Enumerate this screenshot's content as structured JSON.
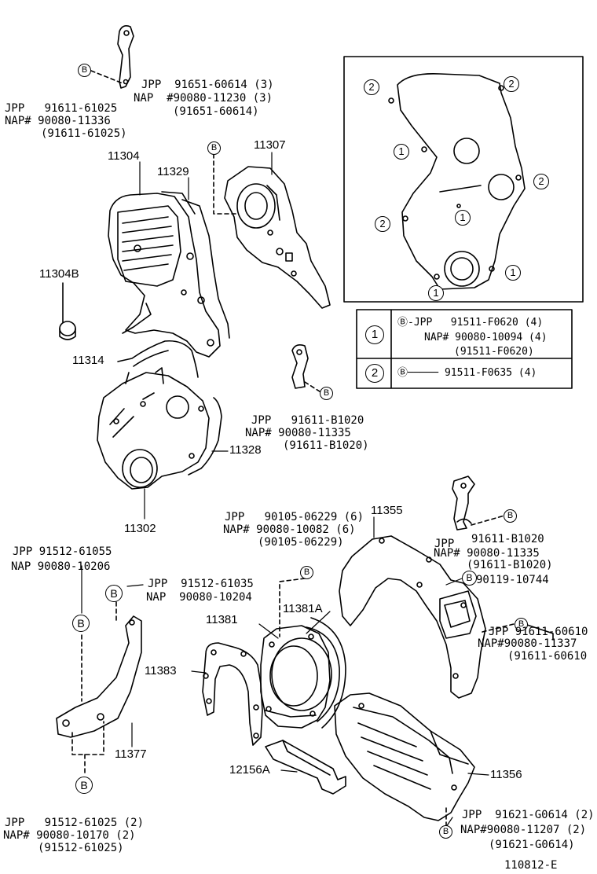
{
  "labels": {
    "top_bolt_jpp": "JPP  91651-60614 (3)",
    "top_bolt_nap": "NAP  #90080-11230 (3)",
    "top_bolt_alt": "(91651-60614)",
    "left_bolt_jpp": "JPP   91611-61025",
    "left_bolt_nap": "NAP# 90080-11336",
    "left_bolt_alt": "(91611-61025)",
    "mid_bolt_jpp": "JPP   91611-B1020",
    "mid_bolt_nap": "NAP# 90080-11335",
    "mid_bolt_alt": "(91611-B1020)",
    "center_bolt_jpp": "JPP   90105-06229 (6)",
    "center_bolt_nap": "NAP# 90080-10082 (6)",
    "center_bolt_alt": "(90105-06229)",
    "right_top_jpp": "JPP",
    "right_top_jpp_num": "91611-B1020",
    "right_top_nap": "NAP# 90080-11335",
    "right_top_alt": "(91611-B1020)",
    "right_b_part": "90119-10744",
    "right_mid_jpp": "JPP 91611-60610",
    "right_mid_nap": "NAP#90080-11337",
    "right_mid_alt": "(91611-60610",
    "left_mid_jpp": "JPP 91512-61055",
    "left_mid_nap": "NAP 90080-10206",
    "left_b2_jpp": "JPP  91512-61035",
    "left_b2_nap": "NAP  90080-10204",
    "bottom_left_jpp": "JPP   91512-61025 (2)",
    "bottom_left_nap": "NAP# 90080-10170 (2)",
    "bottom_left_alt": "(91512-61025)",
    "bottom_right_jpp": "JPP  91621-G0614 (2)",
    "bottom_right_nap": "NAP#90080-11207 (2)",
    "bottom_right_alt": "(91621-G0614)",
    "diagram_id": "110812-E"
  },
  "part_numbers": {
    "p11304": "11304",
    "p11329": "11329",
    "p11307": "11307",
    "p11304B": "11304B",
    "p11314": "11314",
    "p11328": "11328",
    "p11302": "11302",
    "p11355": "11355",
    "p11381A": "11381A",
    "p11381": "11381",
    "p11383": "11383",
    "p11377": "11377",
    "p12156A": "12156A",
    "p11356": "11356"
  },
  "inset": {
    "legend": [
      {
        "num": "1",
        "jpp": "Ⓑ-JPP   91511-F0620 (4)",
        "nap": "NAP# 90080-10094 (4)",
        "alt": "(91511-F0620)"
      },
      {
        "num": "2",
        "line": "Ⓑ───── 91511-F0635 (4)"
      }
    ],
    "markers": [
      "1",
      "2"
    ]
  },
  "glyphs": {
    "bolt_b": "B"
  }
}
